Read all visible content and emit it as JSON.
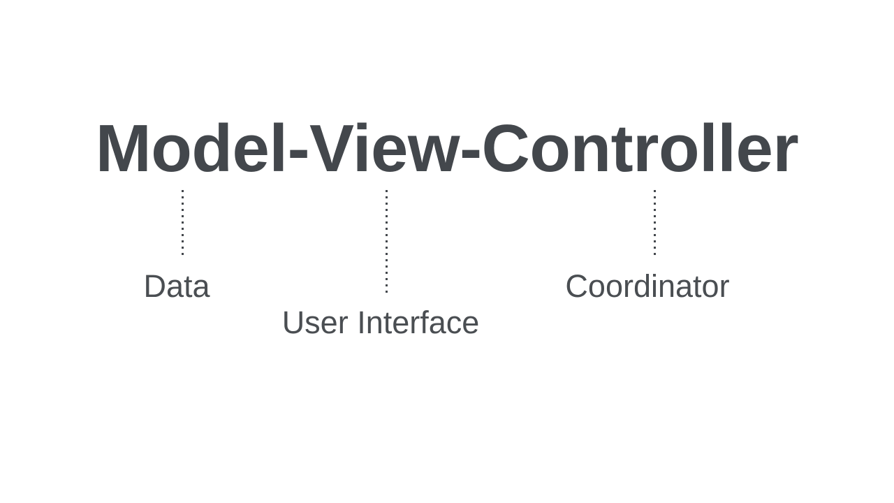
{
  "slide": {
    "background_color": "#ffffff",
    "text_color": "#43474c",
    "title": "Model-View-Controller",
    "parts": [
      {
        "term": "Model",
        "label": "Data",
        "connector": "dotted-vertical-line"
      },
      {
        "term": "View",
        "label": "User Interface",
        "connector": "dotted-vertical-line"
      },
      {
        "term": "Controller",
        "label": "Coordinator",
        "connector": "dotted-vertical-line"
      }
    ]
  }
}
